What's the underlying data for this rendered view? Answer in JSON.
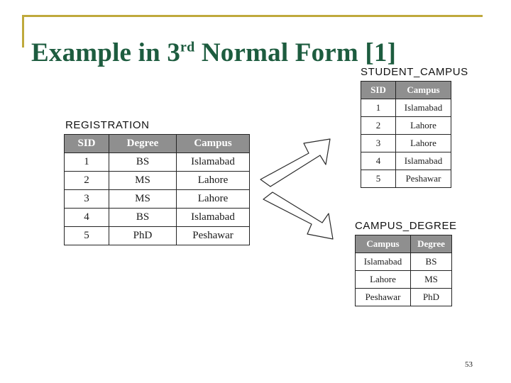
{
  "slide": {
    "title_main_before": "Example in 3",
    "title_superscript": "rd",
    "title_main_after": " Normal Form [1]",
    "page_number": "53",
    "accent_color": "#bfa93c",
    "title_color": "#1d5c3f",
    "header_fill": "#8f8f8f",
    "header_text_color": "#ffffff"
  },
  "tables": {
    "registration": {
      "caption": "REGISTRATION",
      "columns": [
        "SID",
        "Degree",
        "Campus"
      ],
      "rows": [
        [
          "1",
          "BS",
          "Islamabad"
        ],
        [
          "2",
          "MS",
          "Lahore"
        ],
        [
          "3",
          "MS",
          "Lahore"
        ],
        [
          "4",
          "BS",
          "Islamabad"
        ],
        [
          "5",
          "PhD",
          "Peshawar"
        ]
      ]
    },
    "student_campus": {
      "caption": "STUDENT_CAMPUS",
      "columns": [
        "SID",
        "Campus"
      ],
      "rows": [
        [
          "1",
          "Islamabad"
        ],
        [
          "2",
          "Lahore"
        ],
        [
          "3",
          "Lahore"
        ],
        [
          "4",
          "Islamabad"
        ],
        [
          "5",
          "Peshawar"
        ]
      ]
    },
    "campus_degree": {
      "caption": "CAMPUS_DEGREE",
      "columns": [
        "Campus",
        "Degree"
      ],
      "rows": [
        [
          "Islamabad",
          "BS"
        ],
        [
          "Lahore",
          "MS"
        ],
        [
          "Peshawar",
          "PhD"
        ]
      ]
    }
  },
  "arrows": [
    {
      "name": "arrow-up-right",
      "direction": "up-right"
    },
    {
      "name": "arrow-down-right",
      "direction": "down-right"
    }
  ]
}
